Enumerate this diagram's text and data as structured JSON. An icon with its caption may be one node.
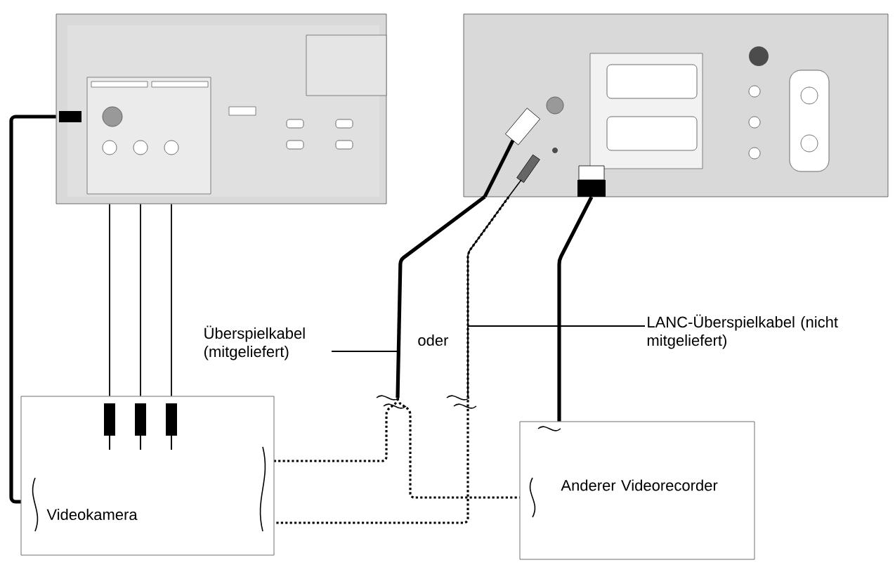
{
  "diagram": {
    "nodes": [
      {
        "text": [],
        "shape": "picture"
      },
      {
        "text": [],
        "shape": "picture"
      },
      {
        "text": [
          "Videokamera"
        ]
      },
      {
        "text": [
          "Anderer Videorecorder"
        ]
      },
      {
        "text": [
          "Überspielkabel (mitgeliefert)"
        ]
      },
      {
        "text": [
          "LANC-Überspielkabel (nicht mitgeliefert)"
        ]
      }
    ],
    "edges": [
      {
        "from": 0,
        "to": 2,
        "arrow": "none",
        "style": "thick"
      },
      {
        "from": 0,
        "to": 2,
        "arrow": "none"
      },
      {
        "from": 0,
        "to": 2,
        "arrow": "none"
      },
      {
        "from": 0,
        "to": 2,
        "arrow": "none"
      },
      {
        "from": 1,
        "to": 2,
        "arrow": "none",
        "style": "dashed"
      },
      {
        "from": 1,
        "to": 3,
        "arrow": "none",
        "style": "dashed"
      },
      {
        "from": 1,
        "to": 2,
        "arrow": "none",
        "style": "dashed"
      },
      {
        "from": 1,
        "to": 3,
        "arrow": "none",
        "style": "thick"
      },
      {
        "from": 4,
        "to": null,
        "arrow": "none"
      },
      {
        "from": 5,
        "to": null,
        "arrow": "none"
      }
    ],
    "labels": [
      "oder"
    ]
  }
}
